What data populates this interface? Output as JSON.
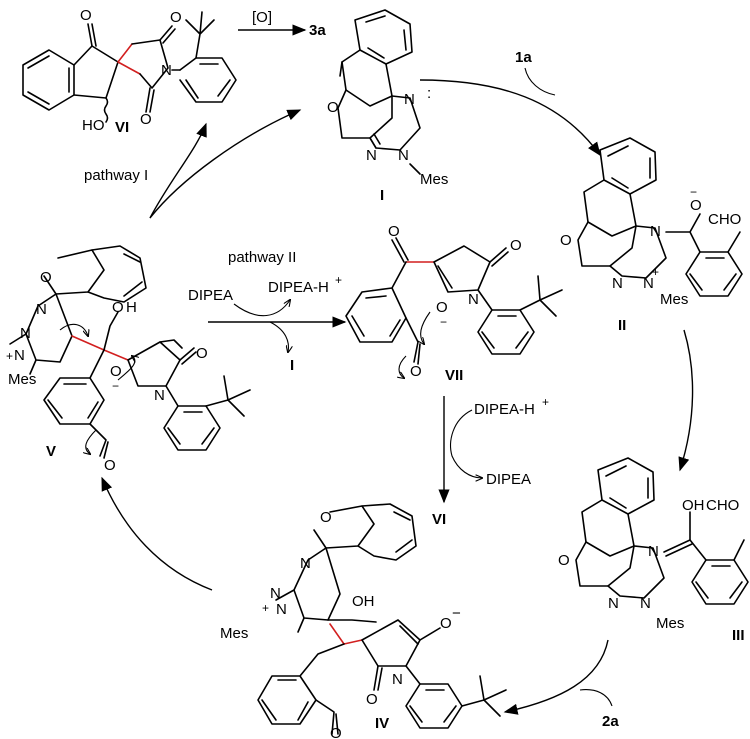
{
  "arrows": {
    "oxidation_reagent": "[O]",
    "oxidation_product": "3a",
    "reagent_1a": "1a",
    "reagent_2a": "2a",
    "pathway_1": "pathway I",
    "pathway_2": "pathway II",
    "base": "DIPEA",
    "base_conj_acid": "DIPEA-H",
    "base_conj_acid_charge": "+",
    "released_catalyst": "I",
    "proton_source": "DIPEA-H",
    "proton_source_charge": "+",
    "base_regenerated": "DIPEA",
    "product_VI": "VI"
  },
  "atoms": {
    "O": "O",
    "N": "N",
    "OH": "OH",
    "HO": "HO",
    "O_minus": "O",
    "H": "H",
    "CHO": "CHO",
    "Mes": "Mes",
    "plus": "+",
    "minus": "−",
    "carbene_dot": ":"
  },
  "labels": {
    "cat_I": "I",
    "int_II": "II",
    "int_III": "III",
    "int_IV": "IV",
    "int_V": "V",
    "prod_VI": "VI",
    "int_VII": "VII"
  }
}
